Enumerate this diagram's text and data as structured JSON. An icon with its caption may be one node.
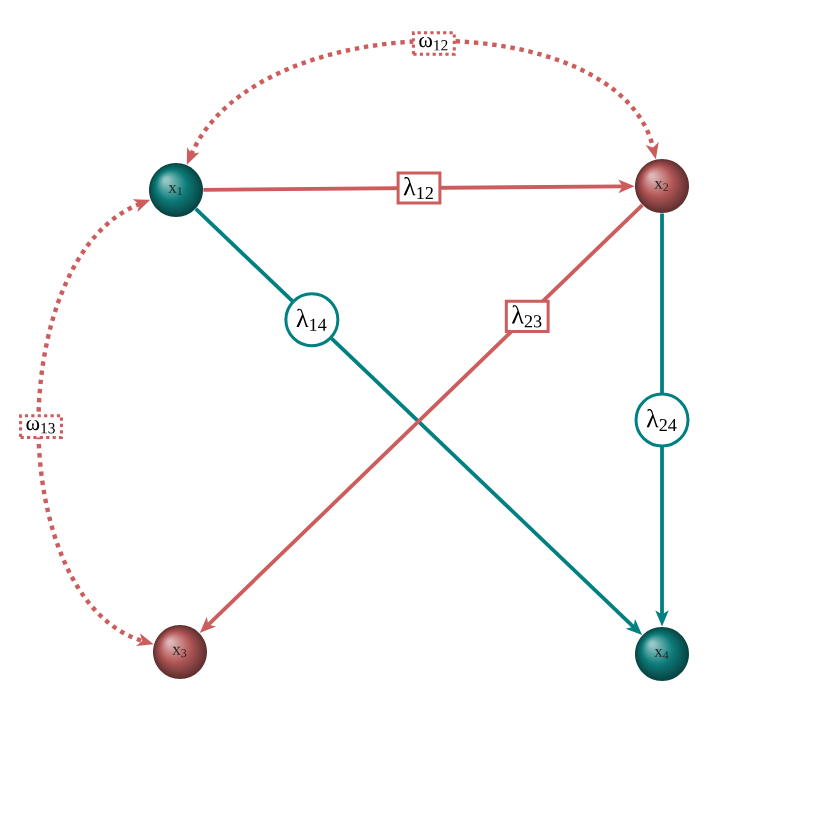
{
  "diagram": {
    "nodes": [
      {
        "text": [
          "x$_{1}$"
        ]
      },
      {
        "text": [
          "x$_{2}$"
        ]
      },
      {
        "text": [
          "x$_{3}$"
        ]
      },
      {
        "text": [
          "x$_{4}$"
        ]
      }
    ],
    "edges": [
      {
        "from": 0,
        "to": 1,
        "arrow": "both",
        "label": "ω$_{12}$",
        "style": "dashed"
      },
      {
        "from": 0,
        "to": 1,
        "arrow": "to",
        "label": "λ$_{12}$"
      },
      {
        "from": 0,
        "to": 2,
        "arrow": "both",
        "label": "ω$_{13}$",
        "style": "dashed"
      },
      {
        "from": 0,
        "to": 3,
        "arrow": "to",
        "label": "λ$_{14}$",
        "color": "#008080"
      },
      {
        "from": 1,
        "to": 2,
        "arrow": "to",
        "label": "λ$_{23}$"
      },
      {
        "from": 1,
        "to": 3,
        "arrow": "to",
        "label": "λ$_{24}$",
        "color": "#008080"
      }
    ]
  }
}
